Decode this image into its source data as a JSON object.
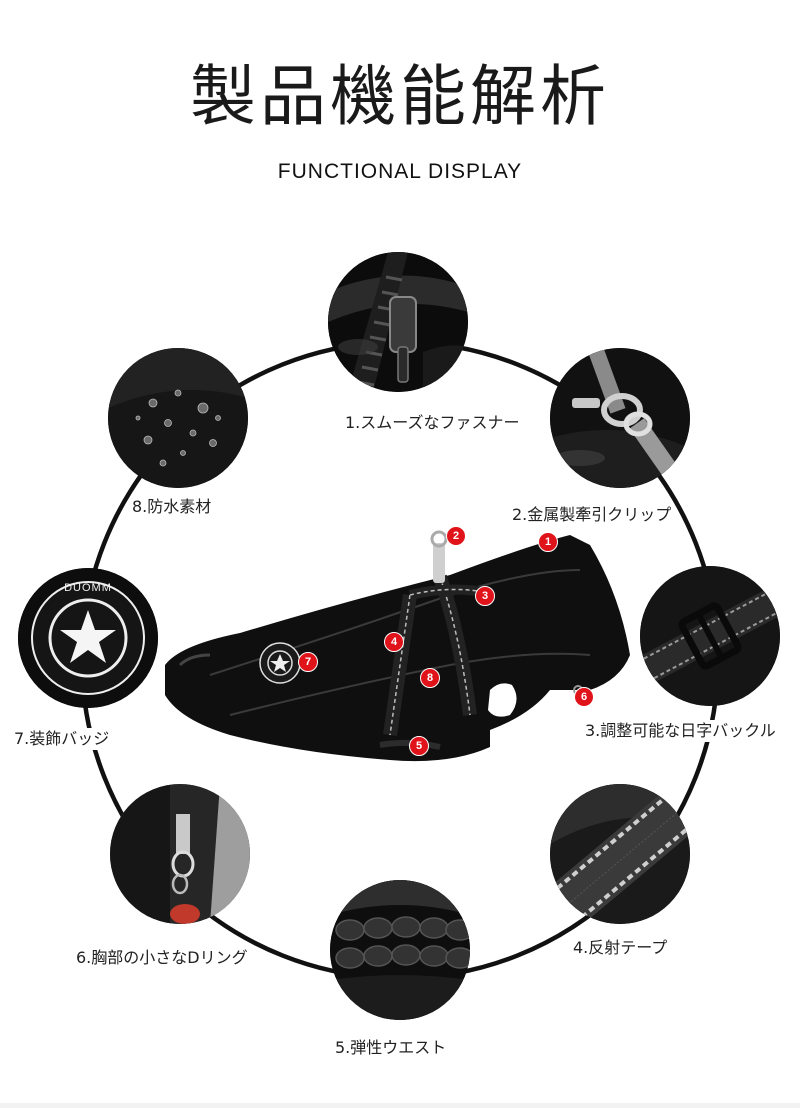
{
  "title": "製品機能解析",
  "subtitle": "FUNCTIONAL DISPLAY",
  "features": [
    {
      "num": "1",
      "label": "1.スムーズなファスナー",
      "icon": "zipper-icon"
    },
    {
      "num": "2",
      "label": "2.金属製牽引クリップ",
      "icon": "metal-clip-icon"
    },
    {
      "num": "3",
      "label": "3.調整可能な日字バックル",
      "icon": "adjustable-buckle-icon"
    },
    {
      "num": "4",
      "label": "4.反射テープ",
      "icon": "reflective-tape-icon"
    },
    {
      "num": "5",
      "label": "5.弾性ウエスト",
      "icon": "elastic-waist-icon"
    },
    {
      "num": "6",
      "label": "6.胸部の小さなDリング",
      "icon": "d-ring-icon"
    },
    {
      "num": "7",
      "label": "7.装飾バッジ",
      "icon": "decorative-badge-icon"
    },
    {
      "num": "8",
      "label": "8.防水素材",
      "icon": "waterproof-material-icon"
    }
  ],
  "badge": {
    "brand": "DUOMM"
  },
  "markers": [
    "1",
    "2",
    "3",
    "4",
    "5",
    "6",
    "7",
    "8"
  ],
  "colors": {
    "marker": "#e1131a",
    "ring": "#111111",
    "reflective": "#bdbdbd"
  }
}
